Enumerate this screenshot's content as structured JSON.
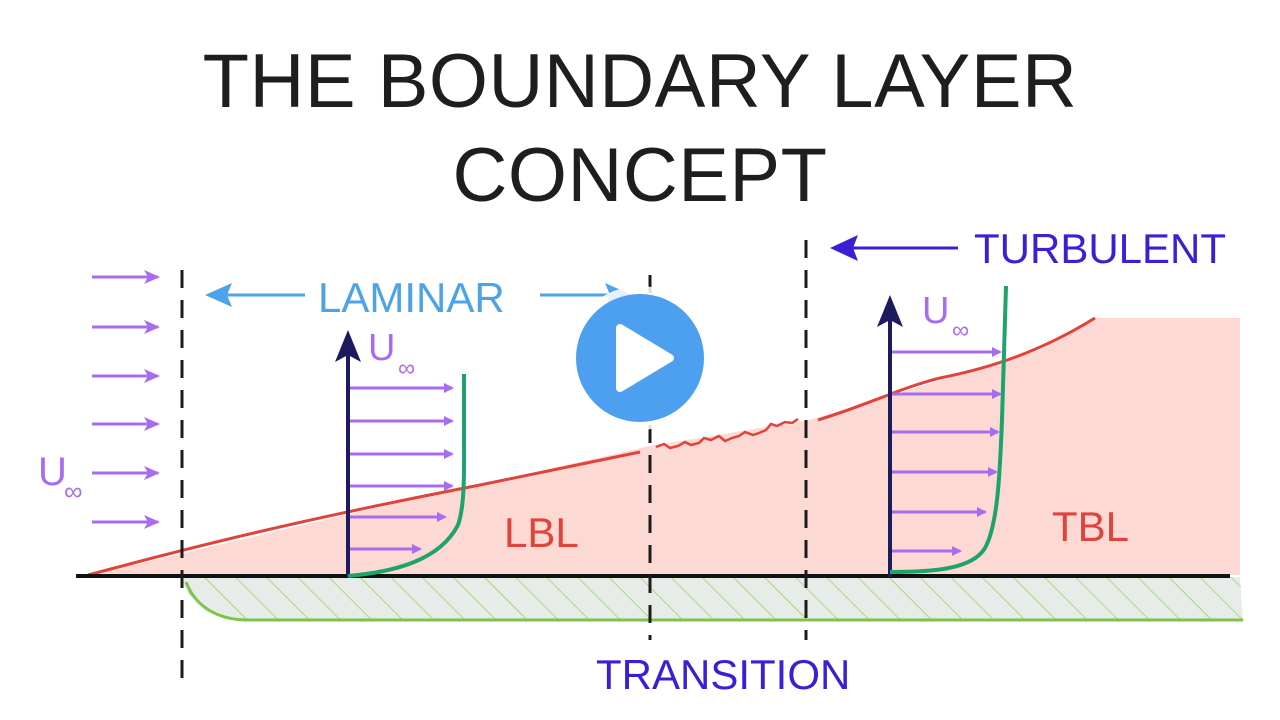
{
  "title": {
    "line1": "THE BOUNDARY LAYER",
    "line2": "CONCEPT"
  },
  "labels": {
    "laminar": "LAMINAR",
    "turbulent": "TURBULENT",
    "transition": "TRANSITION",
    "lbl": "LBL",
    "tbl": "TBL",
    "u": "U",
    "infinity": "∞"
  },
  "colors": {
    "title": "#1e1e1e",
    "laminar": "#4da3e8",
    "turbulent": "#3a1fd6",
    "transition": "#3a1fd6",
    "boundary_layer_edge": "#e0433c",
    "boundary_layer_fill": "#fcd9d2",
    "freestream_arrows": "#a86cf0",
    "profile_curve": "#1fa36a",
    "axis_arrow": "#1b1b5e",
    "wall": "#111111",
    "wall_hatch_fill": "#e8ece8",
    "wall_hatch_line": "#8fcf5a",
    "play_button": "#4d9ff0"
  },
  "icons": {
    "play": "play-icon"
  }
}
